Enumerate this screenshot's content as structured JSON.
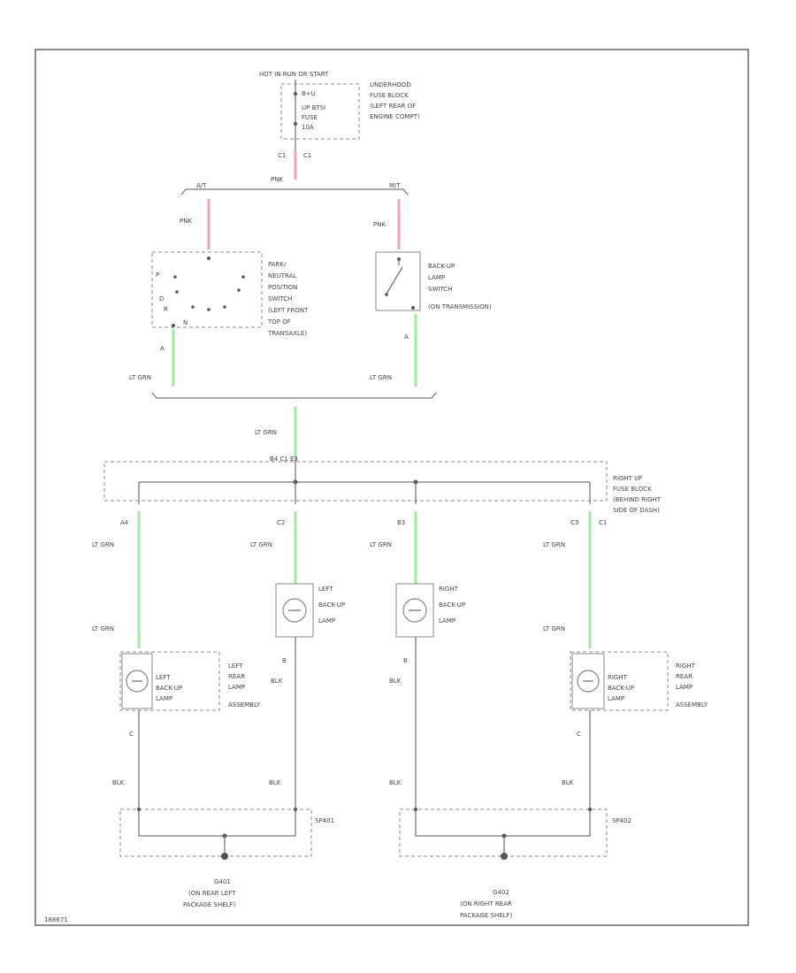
{
  "header": {
    "hot": "HOT IN RUN OR START",
    "fuse_block": [
      "UNDERHOOD",
      "FUSE BLOCK",
      "(LEFT REAR OF",
      "ENGINE COMPT)"
    ],
    "fuse_lines": [
      "B+U",
      "UP BTSI",
      "FUSE",
      "10A"
    ],
    "conn_left": "C1",
    "conn_right": "C1"
  },
  "wires": {
    "pnk": "PNK",
    "split_left": "A/T",
    "split_right": "M/T",
    "lt_grn": "LT GRN",
    "blk": "BLK"
  },
  "switches": {
    "pnp": [
      "PARK/",
      "NEUTRAL",
      "POSITION",
      "SWITCH",
      "(LEFT FRONT",
      "TOP OF",
      "TRANSAXLE)"
    ],
    "backup": [
      "BACK-UP",
      "LAMP",
      "SWITCH",
      "(ON TRANSMISSION)"
    ],
    "pin_a": "A"
  },
  "junction": {
    "pins_top": "B4 C1 E3",
    "label": [
      "RIGHT I/P",
      "FUSE BLOCK",
      "(BEHIND RIGHT",
      "SIDE OF DASH)"
    ],
    "pins": [
      "A4",
      "C2",
      "B3",
      "C3",
      "C1"
    ]
  },
  "lamps": {
    "left": [
      "LEFT",
      "BACK-UP",
      "LAMP"
    ],
    "right": [
      "RIGHT",
      "BACK-UP",
      "LAMP"
    ],
    "left_rear": [
      "LEFT",
      "BACK-UP",
      "LAMP"
    ],
    "left_rear_assy": [
      "LEFT",
      "REAR",
      "LAMP",
      "ASSEMBLY"
    ],
    "right_rear": [
      "RIGHT",
      "BACK-UP",
      "LAMP"
    ],
    "right_rear_assy": [
      "RIGHT",
      "REAR",
      "LAMP",
      "ASSEMBLY"
    ],
    "pin_b": "B",
    "pin_c": "C"
  },
  "grounds": {
    "sp_left": "SP401",
    "sp_right": "SP402",
    "g_left": [
      "G401",
      "(ON REAR LEFT",
      "PACKAGE SHELF)"
    ],
    "g_right": [
      "G402",
      "(ON RIGHT REAR",
      "PACKAGE SHELF)"
    ]
  },
  "footer": {
    "code": "188671"
  }
}
